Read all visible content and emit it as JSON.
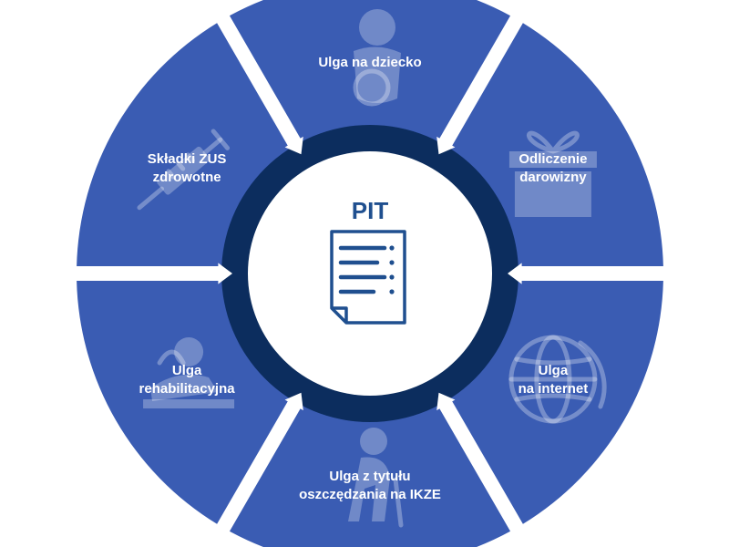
{
  "colors": {
    "segment": "#3a5cb3",
    "ring": "#0c2d5e",
    "center": "#ffffff",
    "text": "#ffffff",
    "icon": "#1f4f8f"
  },
  "center": {
    "title": "PIT",
    "icon": "document-icon"
  },
  "segments": [
    {
      "id": "ulga-na-dziecko",
      "lines": [
        "Ulga na dziecko"
      ],
      "icon": "mother-child-icon"
    },
    {
      "id": "odliczenie-darowizny",
      "lines": [
        "Odliczenie",
        "darowizny"
      ],
      "icon": "gift-icon"
    },
    {
      "id": "ulga-na-internet",
      "lines": [
        "Ulga",
        "na internet"
      ],
      "icon": "globe-icon"
    },
    {
      "id": "ulga-ikze",
      "lines": [
        "Ulga z tytułu",
        "oszczędzania na IKZE"
      ],
      "icon": "elderly-person-icon"
    },
    {
      "id": "ulga-rehabilitacyjna",
      "lines": [
        "Ulga",
        "rehabilitacyjna"
      ],
      "icon": "rehabilitation-icon"
    },
    {
      "id": "skladki-zus",
      "lines": [
        "Składki ZUS",
        "zdrowotne"
      ],
      "icon": "syringe-icon"
    }
  ]
}
